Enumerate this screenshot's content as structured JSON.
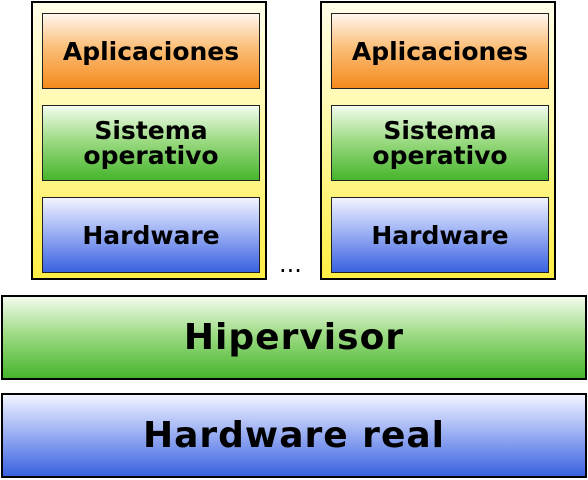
{
  "vms": [
    {
      "applications": "Aplicaciones",
      "os_line1": "Sistema",
      "os_line2": "operativo",
      "hardware": "Hardware"
    },
    {
      "applications": "Aplicaciones",
      "os_line1": "Sistema",
      "os_line2": "operativo",
      "hardware": "Hardware"
    }
  ],
  "ellipsis": "...",
  "hypervisor": "Hipervisor",
  "real_hardware": "Hardware real",
  "colors": {
    "applications": "#f48a1c",
    "os": "#46b52c",
    "hardware": "#3a62e0",
    "vm_container": "#ffee44",
    "hypervisor": "#46b52c",
    "real_hardware": "#3a62e0"
  }
}
